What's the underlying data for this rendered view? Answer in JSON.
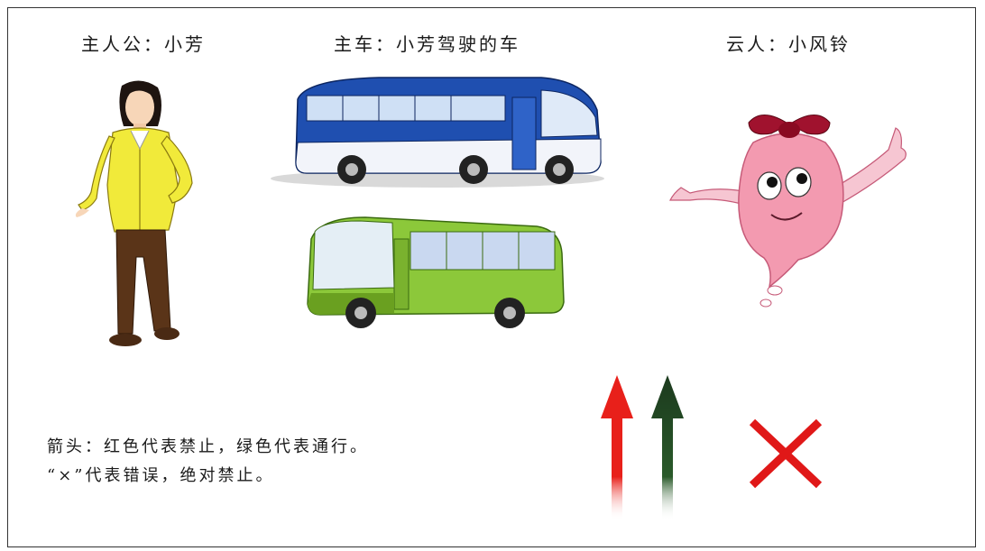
{
  "labels": {
    "protagonist": "主人公：小芳",
    "vehicle": "主车：小芳驾驶的车",
    "cloud_person": "云人：小风铃"
  },
  "legend": {
    "line1": "箭头：红色代表禁止，绿色代表通行。",
    "line2": "“×”代表错误，绝对禁止。"
  },
  "colors": {
    "red_arrow": "#e8201a",
    "green_arrow": "#1c3a1e",
    "cross": "#e01818",
    "blue_bus": "#1f4fb0",
    "green_bus": "#8cc83a",
    "cloud_body": "#f39ab0",
    "bow": "#a0122e",
    "jacket": "#f1ea3a",
    "pants": "#5a3418"
  }
}
